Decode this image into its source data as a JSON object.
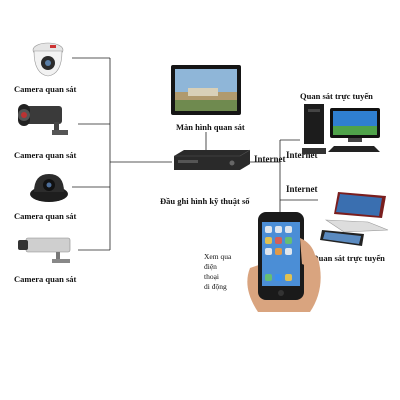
{
  "cameras": [
    {
      "label": "Camera quan sát",
      "icon": "dome-camera-icon"
    },
    {
      "label": "Camera quan sát",
      "icon": "bullet-camera-icon"
    },
    {
      "label": "Camera quan sát",
      "icon": "dark-dome-camera-icon"
    },
    {
      "label": "Camera quan sát",
      "icon": "box-camera-icon"
    }
  ],
  "monitor": {
    "label": "Màn hình quan sát",
    "icon": "monitor-icon"
  },
  "dvr": {
    "label": "Đầu ghi hình kỹ thuật số",
    "icon": "dvr-icon"
  },
  "internet": [
    "Internet",
    "Internet",
    "Internet"
  ],
  "desktop": {
    "label": "Quan sát trực tuyến",
    "icon": "desktop-computer-icon"
  },
  "laptop": {
    "label": "Quan sát trực tuyến",
    "icon": "laptop-icon"
  },
  "phone": {
    "label_lines": [
      "Xem qua",
      "điện",
      "thoại",
      "di động"
    ],
    "icon": "smartphone-icon"
  },
  "colors": {
    "line": "#222222",
    "accent": "#2a6db5"
  }
}
